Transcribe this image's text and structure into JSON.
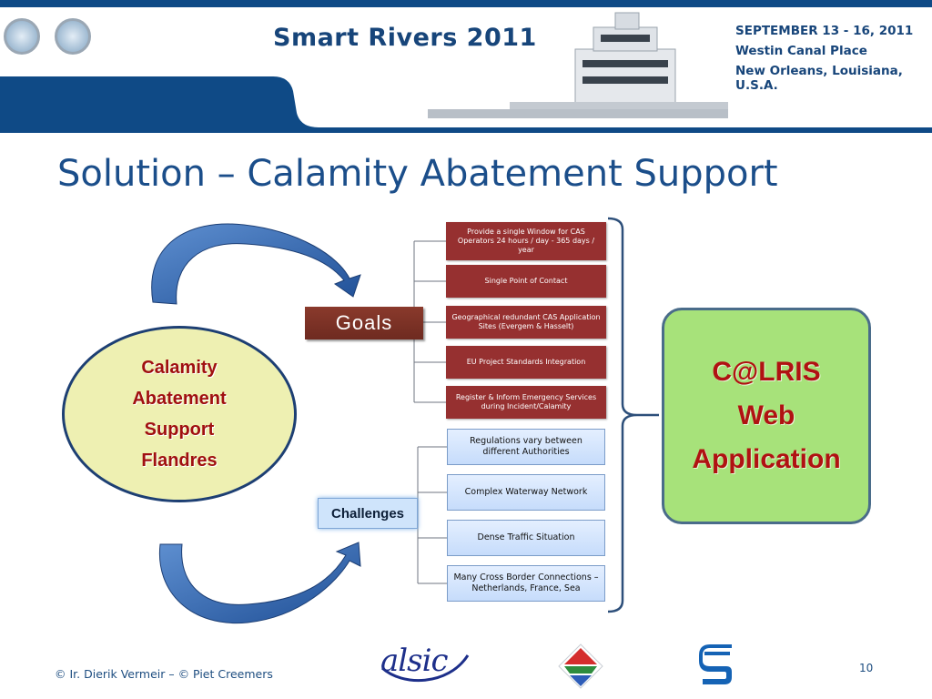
{
  "banner": {
    "title": "Smart Rivers 2011",
    "event_lines": [
      "SEPTEMBER 13 - 16, 2011",
      "Westin Canal Place",
      "New Orleans, Louisiana, U.S.A."
    ],
    "colors": {
      "navy": "#0f4a86",
      "title": "#17457a"
    }
  },
  "slide": {
    "title": "Solution – Calamity Abatement Support"
  },
  "diagram": {
    "left_ellipse_lines": [
      "Calamity",
      "Abatement",
      "Support",
      "Flandres"
    ],
    "goals_label": "Goals",
    "goals": [
      "Provide a single Window for CAS Operators 24 hours / day - 365 days / year",
      "Single Point of Contact",
      "Geographical redundant CAS Application Sites (Evergem & Hasselt)",
      "EU Project Standards Integration",
      "Register & Inform Emergency Services during Incident/Calamity"
    ],
    "challenges_label": "Challenges",
    "challenges": [
      "Regulations vary between different Authorities",
      "Complex Waterway Network",
      "Dense Traffic Situation",
      "Many Cross Border Connections – Netherlands, France, Sea"
    ],
    "right_box_lines": [
      "C@LRIS",
      "Web",
      "Application"
    ],
    "colors": {
      "ellipse_fill": "#eef0b2",
      "goal_fill": "#963030",
      "challenge_fill": "#c6dcfb",
      "result_fill": "#a7e27a",
      "arrow": "#2a5da3",
      "emphasis_text": "#a01010"
    }
  },
  "footer": {
    "credit": "© Ir. Dierik Vermeir – © Piet Creemers",
    "page_number": "10",
    "logos": {
      "alsic": "alsic",
      "flags": "flags-icon",
      "s": "s-logo-icon"
    }
  }
}
